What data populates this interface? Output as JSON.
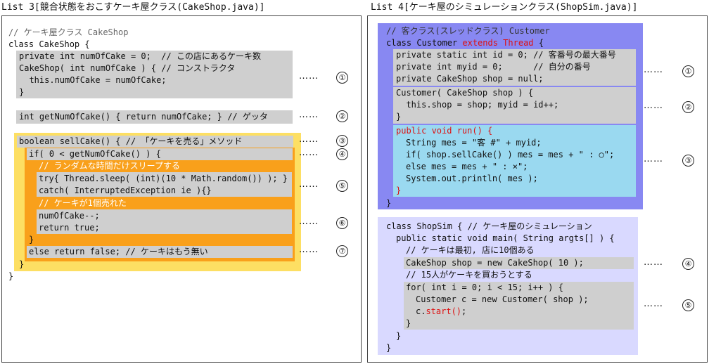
{
  "left": {
    "title": "List 3[競合状態をおこすケーキ屋クラス(CakeShop.java)]",
    "lines": {
      "c0": "// ケーキ屋クラス CakeShop",
      "c1": "class CakeShop {",
      "c2": "private int numOfCake = 0;  // この店にあるケーキ数",
      "c3": "CakeShop( int numOfCake ) { // コンストラクタ",
      "c4": "  this.numOfCake = numOfCake;",
      "c5": "}",
      "c6": "int getNumOfCake() { return numOfCake; } // ゲッタ",
      "c7": "boolean sellCake() { // 「ケーキを売る」メソッド",
      "c8": "if( 0 < getNumOfCake() ) {",
      "c9": "// ランダムな時間だけスリープする",
      "c10": "try{ Thread.sleep( (int)(10 * Math.random()) ); }",
      "c11": "catch( InterruptedException ie ){}",
      "c12": "// ケーキが1個売れた",
      "c13": "numOfCake--;",
      "c14": "return true;",
      "c15": "}",
      "c16": "else return false; // ケーキはもう無い",
      "c17": "}",
      "c18": "}"
    },
    "markers": [
      "①",
      "②",
      "③",
      "④",
      "⑤",
      "⑥",
      "⑦"
    ]
  },
  "right": {
    "title": "List 4[ケーキ屋のシミュレーションクラス(ShopSim.java)]",
    "lines": {
      "r0": "// 客クラス(スレッドクラス) Customer",
      "r1a": "class Customer ",
      "r1b": "extends Thread",
      "r1c": " {",
      "r2": "private static int id = 0; // 客番号の最大番号",
      "r3": "private int myid = 0;      // 自分の番号",
      "r4": "private CakeShop shop = null;",
      "r5": "Customer( CakeShop shop ) {",
      "r6": "  this.shop = shop; myid = id++;",
      "r7": "}",
      "r8": "public void run() {",
      "r9": "String mes = \"客 #\" + myid;",
      "r10": "if( shop.sellCake() ) mes = mes + \" : ○\";",
      "r11": "else mes = mes + \" : ×\";",
      "r12": "System.out.println( mes );",
      "r13": "}",
      "r14": "}",
      "s0": "class ShopSim { // ケーキ屋のシミュレーション",
      "s1": "public static void main( String argts[] ) {",
      "s2": "// ケーキは最初, 店に10個ある",
      "s3": "CakeShop shop = new CakeShop( 10 );",
      "s4": "// 15人がケーキを買おうとする",
      "s5": "for( int i = 0; i < 15; i++ ) {",
      "s6": "Customer c = new Customer( shop );",
      "s7a": "c.",
      "s7b": "start()",
      "s7c": ";",
      "s8": "}",
      "s9": "}",
      "s10": "}"
    },
    "markers": [
      "①",
      "②",
      "③",
      "④",
      "⑤"
    ]
  },
  "dots": "……"
}
